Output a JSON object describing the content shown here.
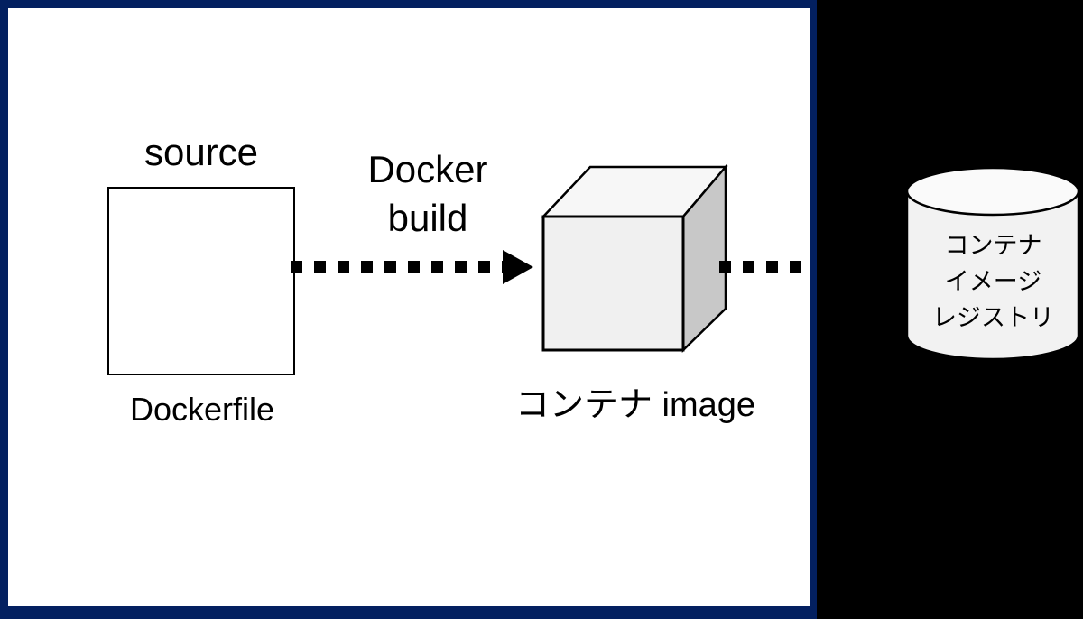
{
  "diagram": {
    "title": "Docker build to container image registry flow",
    "background_color": "#000000",
    "panel": {
      "border_color": "#032060",
      "fill_color": "#ffffff"
    },
    "source": {
      "title": "source",
      "caption": "Dockerfile",
      "box_stroke": "#000000",
      "box_fill": "#ffffff"
    },
    "build_arrow": {
      "label_line1": "Docker",
      "label_line2": "build",
      "style": "dotted",
      "head": "solid-triangle",
      "color": "#000000"
    },
    "cube": {
      "caption": "コンテナ image",
      "front_fill": "#f0f0f0",
      "top_fill": "#f7f7f7",
      "side_fill": "#c8c8c8",
      "stroke": "#000000"
    },
    "push_arrow": {
      "style": "dotted",
      "head": "none",
      "color": "#000000"
    },
    "registry": {
      "line1": "コンテナ",
      "line2": "イメージ",
      "line3": "レジストリ",
      "body_fill": "#f2f2f2",
      "top_fill": "#fafafa",
      "stroke": "#000000"
    }
  }
}
